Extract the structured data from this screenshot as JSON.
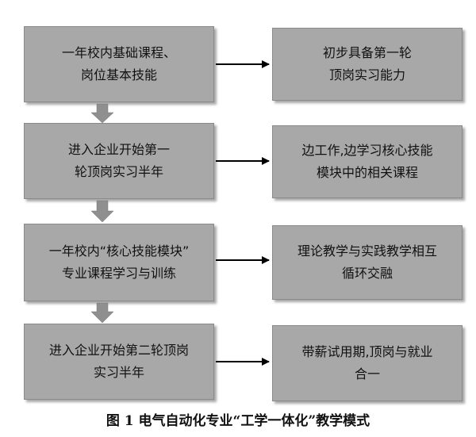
{
  "left_steps": [
    {
      "line1": "一年校内基础课程、",
      "line2": "岗位基本技能"
    },
    {
      "line1": "进入企业开始第一",
      "line2": "轮顶岗实习半年"
    },
    {
      "line1": "一年校内“核心技能模块”",
      "line2": "专业课程学习与训练"
    },
    {
      "line1": "进入企业开始第二轮顶岗",
      "line2": "实习半年"
    }
  ],
  "right_outcomes": [
    {
      "line1": "初步具备第一轮",
      "line2": "顶岗实习能力"
    },
    {
      "line1": "边工作,边学习核心技能",
      "line2": "模块中的相关课程"
    },
    {
      "line1": "理论教学与实践教学相互",
      "line2": "循环交融"
    },
    {
      "line1": "带薪试用期,顶岗与就业",
      "line2": "合一"
    }
  ],
  "caption": "图 1  电气自动化专业“工学一体化”教学模式",
  "colors": {
    "box_fill": "#a8a8a8",
    "arrow_line": "#000000",
    "down_arrow_fill": "#8f8f8f"
  }
}
